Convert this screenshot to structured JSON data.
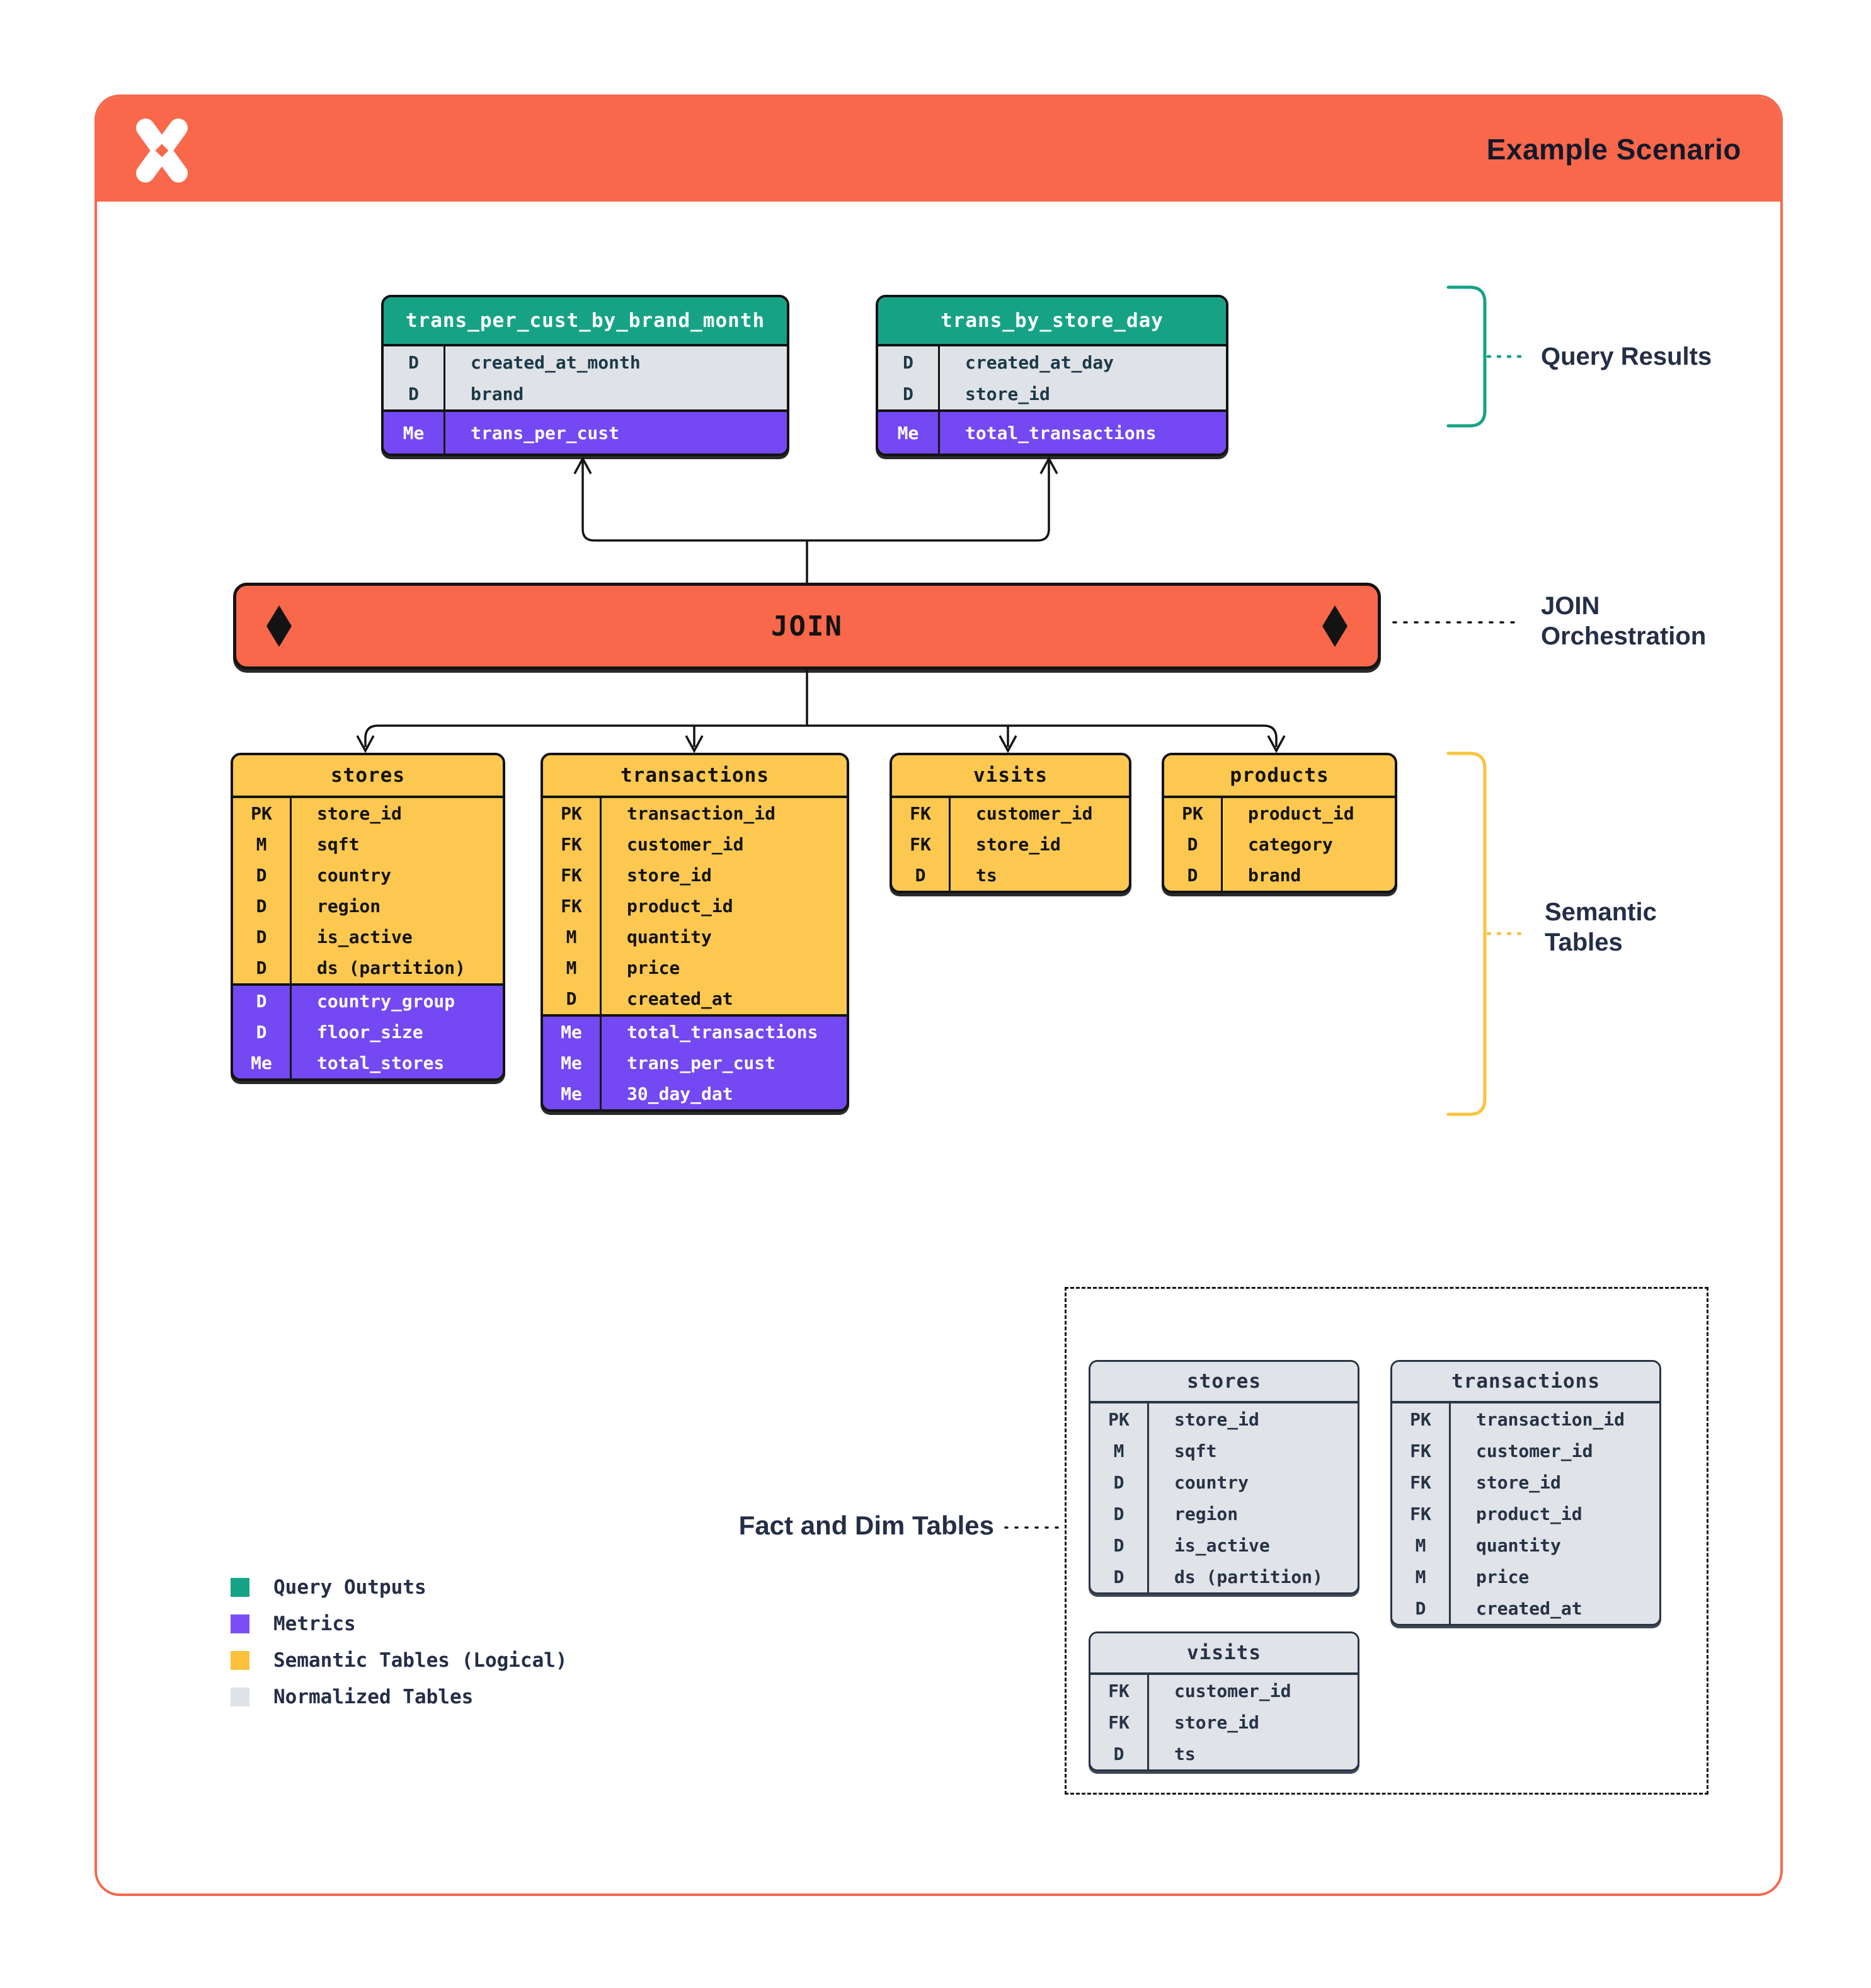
{
  "header": {
    "title": "Example Scenario",
    "logo": "x-spark-logo"
  },
  "join": {
    "label": "JOIN"
  },
  "side_labels": {
    "query_results": "Query Results",
    "join_orchestration": "JOIN\nOrchestration",
    "semantic_tables": "Semantic\nTables",
    "fact_dim": "Fact and Dim Tables"
  },
  "query_tables": [
    {
      "name": "trans_per_cust_by_brand_month",
      "rows": [
        {
          "badge": "D",
          "field": "created_at_month",
          "kind": "dim"
        },
        {
          "badge": "D",
          "field": "brand",
          "kind": "dim"
        },
        {
          "badge": "Me",
          "field": "trans_per_cust",
          "kind": "metric"
        }
      ]
    },
    {
      "name": "trans_by_store_day",
      "rows": [
        {
          "badge": "D",
          "field": "created_at_day",
          "kind": "dim"
        },
        {
          "badge": "D",
          "field": "store_id",
          "kind": "dim"
        },
        {
          "badge": "Me",
          "field": "total_transactions",
          "kind": "metric"
        }
      ]
    }
  ],
  "semantic_tables": [
    {
      "name": "stores",
      "rows": [
        {
          "badge": "PK",
          "field": "store_id",
          "kind": "sem"
        },
        {
          "badge": "M",
          "field": "sqft",
          "kind": "sem"
        },
        {
          "badge": "D",
          "field": "country",
          "kind": "sem"
        },
        {
          "badge": "D",
          "field": "region",
          "kind": "sem"
        },
        {
          "badge": "D",
          "field": "is_active",
          "kind": "sem"
        },
        {
          "badge": "D",
          "field": "ds (partition)",
          "kind": "sem"
        },
        {
          "badge": "D",
          "field": "country_group",
          "kind": "metric"
        },
        {
          "badge": "D",
          "field": "floor_size",
          "kind": "metric"
        },
        {
          "badge": "Me",
          "field": "total_stores",
          "kind": "metric"
        }
      ]
    },
    {
      "name": "transactions",
      "rows": [
        {
          "badge": "PK",
          "field": "transaction_id",
          "kind": "sem"
        },
        {
          "badge": "FK",
          "field": "customer_id",
          "kind": "sem"
        },
        {
          "badge": "FK",
          "field": "store_id",
          "kind": "sem"
        },
        {
          "badge": "FK",
          "field": "product_id",
          "kind": "sem"
        },
        {
          "badge": "M",
          "field": "quantity",
          "kind": "sem"
        },
        {
          "badge": "M",
          "field": "price",
          "kind": "sem"
        },
        {
          "badge": "D",
          "field": "created_at",
          "kind": "sem"
        },
        {
          "badge": "Me",
          "field": "total_transactions",
          "kind": "metric"
        },
        {
          "badge": "Me",
          "field": "trans_per_cust",
          "kind": "metric"
        },
        {
          "badge": "Me",
          "field": "30_day_dat",
          "kind": "metric"
        }
      ]
    },
    {
      "name": "visits",
      "rows": [
        {
          "badge": "FK",
          "field": "customer_id",
          "kind": "sem"
        },
        {
          "badge": "FK",
          "field": "store_id",
          "kind": "sem"
        },
        {
          "badge": "D",
          "field": "ts",
          "kind": "sem"
        }
      ]
    },
    {
      "name": "products",
      "rows": [
        {
          "badge": "PK",
          "field": "product_id",
          "kind": "sem"
        },
        {
          "badge": "D",
          "field": "category",
          "kind": "sem"
        },
        {
          "badge": "D",
          "field": "brand",
          "kind": "sem"
        }
      ]
    }
  ],
  "normalized_tables": [
    {
      "name": "stores",
      "rows": [
        {
          "badge": "PK",
          "field": "store_id",
          "kind": "norm"
        },
        {
          "badge": "M",
          "field": "sqft",
          "kind": "norm"
        },
        {
          "badge": "D",
          "field": "country",
          "kind": "norm"
        },
        {
          "badge": "D",
          "field": "region",
          "kind": "norm"
        },
        {
          "badge": "D",
          "field": "is_active",
          "kind": "norm"
        },
        {
          "badge": "D",
          "field": "ds (partition)",
          "kind": "norm"
        }
      ]
    },
    {
      "name": "transactions",
      "rows": [
        {
          "badge": "PK",
          "field": "transaction_id",
          "kind": "norm"
        },
        {
          "badge": "FK",
          "field": "customer_id",
          "kind": "norm"
        },
        {
          "badge": "FK",
          "field": "store_id",
          "kind": "norm"
        },
        {
          "badge": "FK",
          "field": "product_id",
          "kind": "norm"
        },
        {
          "badge": "M",
          "field": "quantity",
          "kind": "norm"
        },
        {
          "badge": "M",
          "field": "price",
          "kind": "norm"
        },
        {
          "badge": "D",
          "field": "created_at",
          "kind": "norm"
        }
      ]
    },
    {
      "name": "visits",
      "rows": [
        {
          "badge": "FK",
          "field": "customer_id",
          "kind": "norm"
        },
        {
          "badge": "FK",
          "field": "store_id",
          "kind": "norm"
        },
        {
          "badge": "D",
          "field": "ts",
          "kind": "norm"
        }
      ]
    }
  ],
  "legend": [
    {
      "label": "Query Outputs",
      "color": "#16A385"
    },
    {
      "label": "Metrics",
      "color": "#7B4DF8"
    },
    {
      "label": "Semantic Tables (Logical)",
      "color": "#FCC23C"
    },
    {
      "label": "Normalized Tables",
      "color": "#DFE2E6"
    }
  ],
  "colors": {
    "accent_orange": "#F9684B",
    "green": "#16A385",
    "purple": "#7448F2",
    "yellow": "#FCC84F",
    "gray_row": "#DFE2E6",
    "ink": "#131313",
    "navy": "#242E47"
  }
}
